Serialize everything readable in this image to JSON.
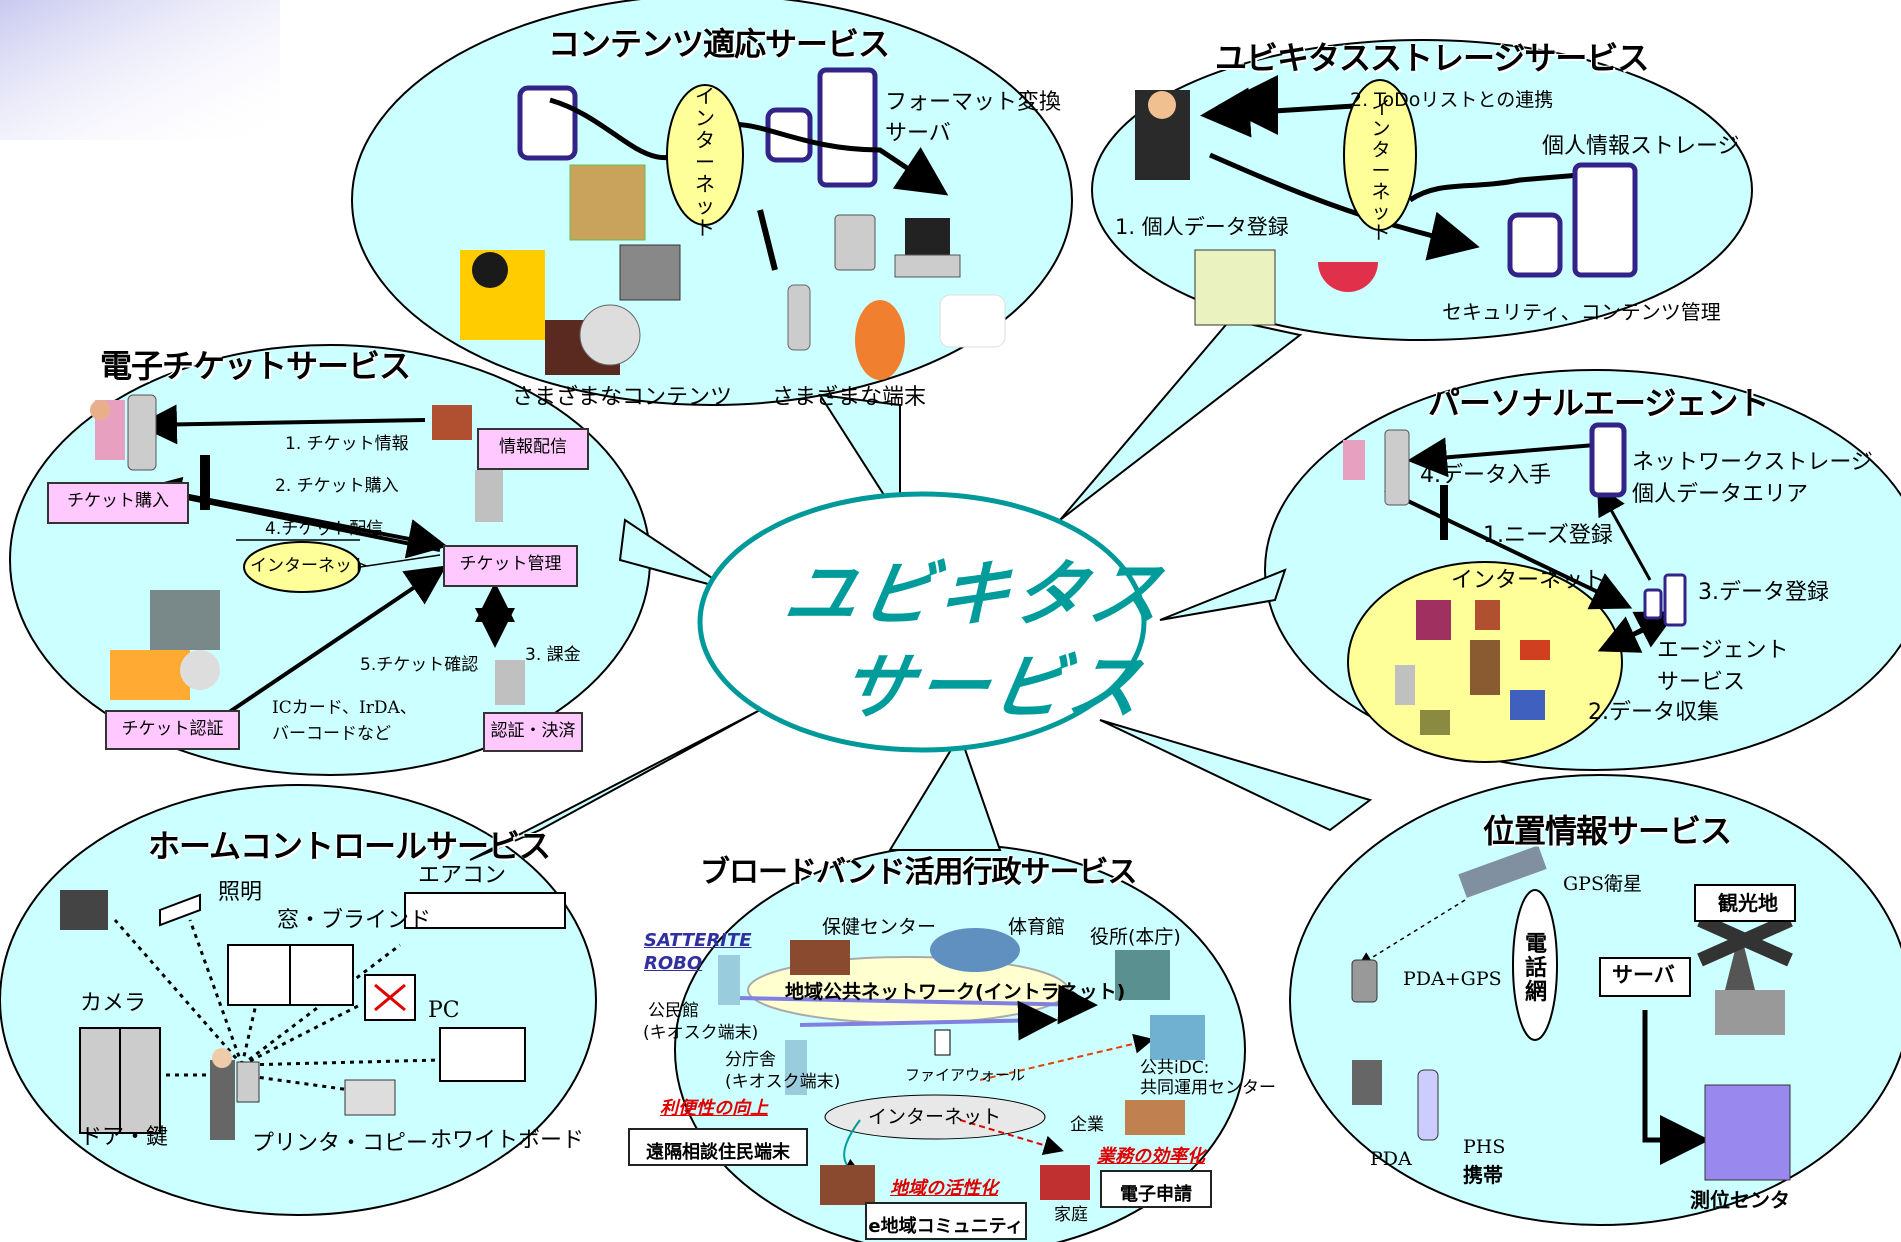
{
  "center": {
    "line1": "ユビキタス",
    "line2": "サービス"
  },
  "content_adapt": {
    "title": "コンテンツ適応サービス",
    "internet": "インターネット",
    "format_server": "フォーマット変換",
    "format_server2": "サーバ",
    "various_contents": "さまざまなコンテンツ",
    "various_terminals": "さまざまな端末"
  },
  "storage": {
    "title": "ユビキタスストレージサービス",
    "todo": "2. ToDoリストとの連携",
    "internet": "インターネット",
    "personal_storage": "個人情報ストレージ",
    "register": "1. 個人データ登録",
    "security": "セキュリティ、コンテンツ管理"
  },
  "ticket": {
    "title": "電子チケットサービス",
    "info": "1. チケット情報",
    "buy": "2. チケット購入",
    "deliver": "4.チケット配信",
    "internet": "インターネット",
    "confirm": "5.チケット確認",
    "billing": "3. 課金",
    "ic": "ICカード、IrDA、",
    "barcode": "バーコードなど",
    "box_info_delivery": "情報配信",
    "box_purchase": "チケット購入",
    "box_manage": "チケット管理",
    "box_auth": "チケット認証",
    "box_settle": "認証・決済"
  },
  "agent": {
    "title": "パーソナルエージェント",
    "get_data": "4.データ入手",
    "net_storage": "ネットワークストレージ",
    "personal_area": "個人データエリア",
    "needs": "1.ニーズ登録",
    "internet": "インターネット",
    "data_reg": "3.データ登録",
    "agent1": "エージェント",
    "agent2": "サービス",
    "collect": "2.データ収集"
  },
  "home": {
    "title": "ホームコントロールサービス",
    "light": "照明",
    "aircon": "エアコン",
    "blind": "窓・ブラインド",
    "camera": "カメラ",
    "pc": "PC",
    "door": "ドア・鍵",
    "printer": "プリンタ・コピー",
    "whiteboard": "ホワイトボード"
  },
  "broadband": {
    "title": "ブロードバンド活用行政サービス",
    "satterite": "SATTERITE",
    "robo": "ROBO",
    "health": "保健センター",
    "gym": "体育館",
    "cityhall": "役所(本庁)",
    "network": "地域公共ネットワーク(イントラネット)",
    "kominkan": "公民館",
    "kiosk1": "(キオスク端末)",
    "branch": "分庁舎",
    "kiosk2": "(キオスク端末)",
    "firewall": "ファイアウォール",
    "idc1": "公共iDC:",
    "idc2": "共同運用センター",
    "internet": "インターネット",
    "company": "企業",
    "convenience": "利便性の向上",
    "remote": "遠隔相談住民端末",
    "efficiency": "業務の効率化",
    "e_apply": "電子申請",
    "activation": "地域の活性化",
    "e_community": "e地域コミュニティ",
    "home": "家庭"
  },
  "location": {
    "title": "位置情報サービス",
    "gps_sat": "GPS衛星",
    "tourist": "観光地",
    "phone_net": "電話網",
    "pda_gps": "PDA+GPS",
    "server": "サーバ",
    "pda": "PDA",
    "phs1": "PHS",
    "phs2": "携帯",
    "positioning": "測位センタ"
  },
  "colors": {
    "bubble": "#ccffff",
    "center_text": "#009c9c",
    "center_border": "#009999",
    "pink_box": "#ffc8ff",
    "yellow": "#ffff99"
  }
}
